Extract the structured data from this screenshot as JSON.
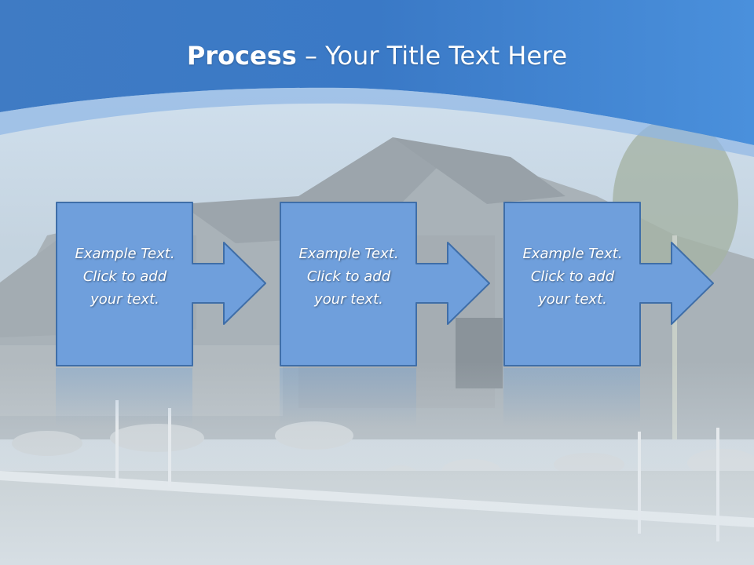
{
  "title": {
    "bold": "Process",
    "rest": " – Your Title Text Here"
  },
  "steps": [
    {
      "line1": "Example Text.",
      "line2": "Click  to add",
      "line3": "your text."
    },
    {
      "line1": "Example Text.",
      "line2": "Click  to add",
      "line3": "your text."
    },
    {
      "line1": "Example Text.",
      "line2": "Click  to add",
      "line3": "your text."
    }
  ],
  "colors": {
    "header": "#3a7cc7",
    "box": "#6f9fdc",
    "box_border": "#3f6ea8",
    "photo_tint": "#c9d3da"
  }
}
